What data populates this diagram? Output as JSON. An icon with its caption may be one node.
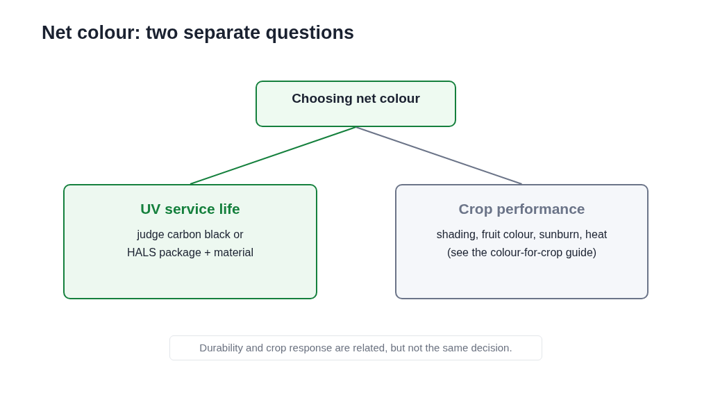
{
  "diagram": {
    "title": "Net colour: two separate questions",
    "nodes": [
      {
        "text": [
          "Choosing net colour"
        ]
      },
      {
        "text": [
          "UV service life",
          "judge carbon black or HALS package + material"
        ]
      },
      {
        "text": [
          "Crop performance",
          "shading, fruit colour, sunburn, heat (see the colour-for-crop guide)"
        ]
      },
      {
        "text": [
          "Durability and crop response are related, but not the same decision."
        ]
      }
    ],
    "edges": [
      {
        "from": 0,
        "to": 1,
        "arrow": "none",
        "color": "#15803d"
      },
      {
        "from": 0,
        "to": 2,
        "arrow": "none",
        "color": "#6b7488"
      }
    ]
  }
}
